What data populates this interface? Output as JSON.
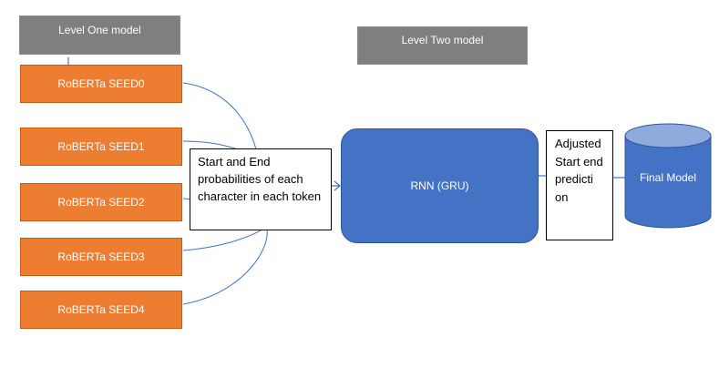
{
  "headers": {
    "level_one": "Level One model",
    "level_two": "Level Two model"
  },
  "models": [
    {
      "label": "RoBERTa SEED0"
    },
    {
      "label": "RoBERTa SEED1"
    },
    {
      "label": "RoBERTa SEED2"
    },
    {
      "label": "RoBERTa SEED3"
    },
    {
      "label": "RoBERTa SEED4"
    }
  ],
  "probabilities_note": "Start and End probabilities of each character in each token",
  "rnn_label": "RNN (GRU)",
  "adjusted_note": "Adjusted Start end predicti on",
  "final_model_label": "Final Model",
  "colors": {
    "header_gray": "#7f7f7f",
    "model_orange": "#ed7d31",
    "rnn_blue": "#4472c4",
    "connector_blue": "#4472c4"
  }
}
